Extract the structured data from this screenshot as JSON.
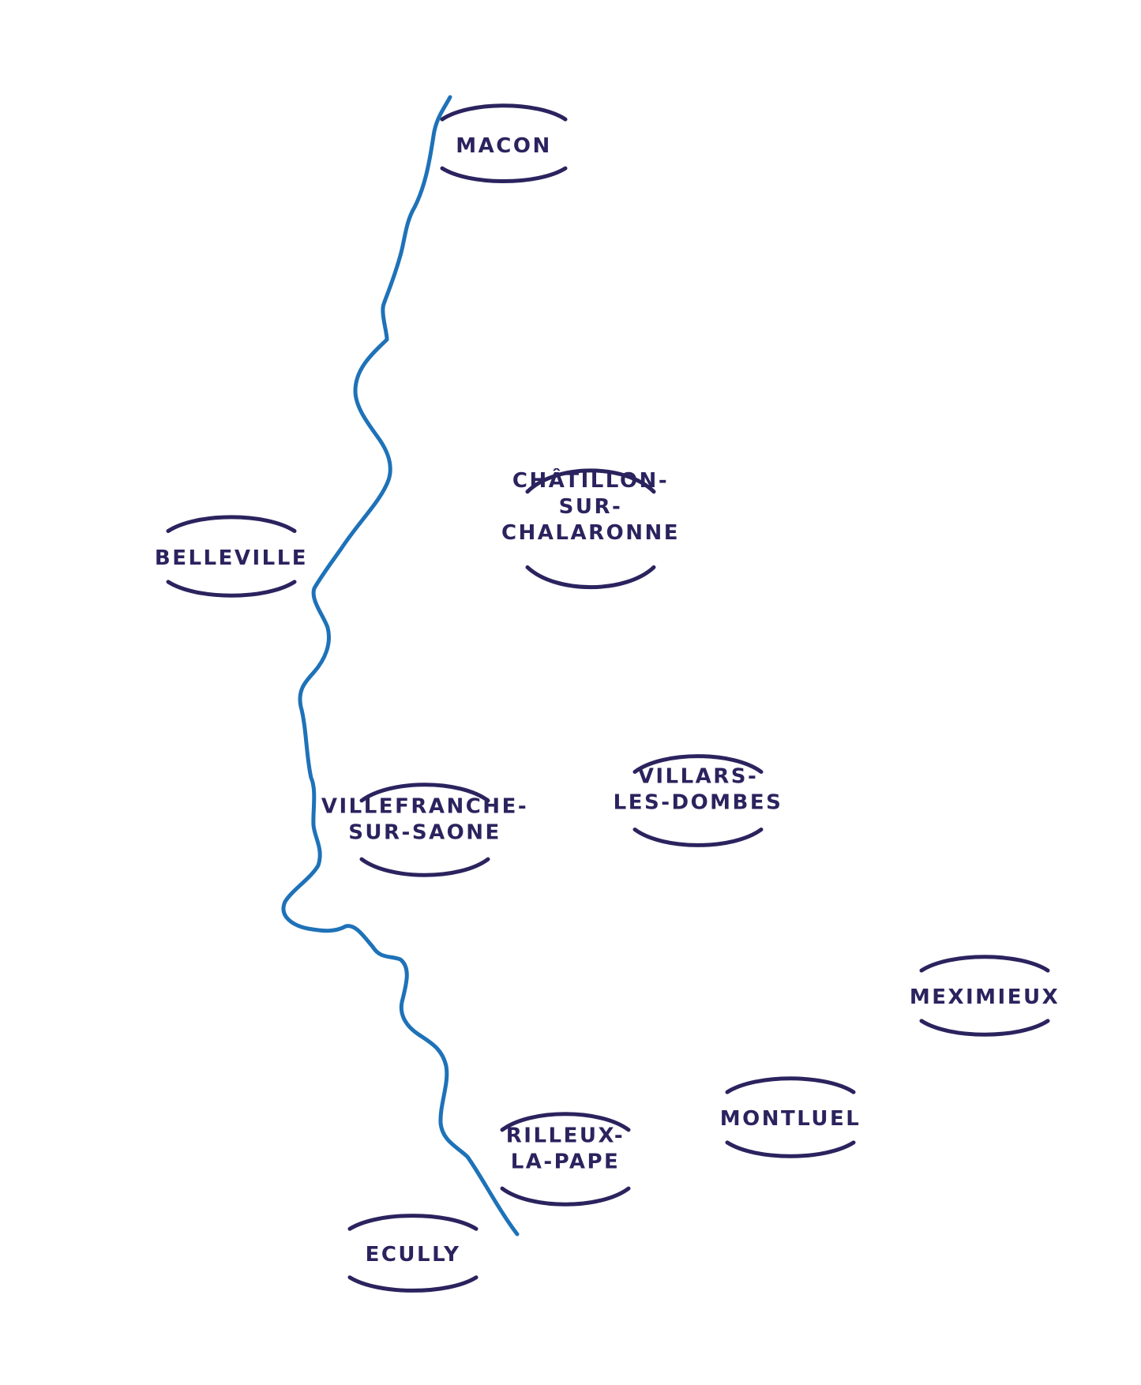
{
  "colors": {
    "river": "#1e72b8",
    "marker": "#2b235e",
    "label": "#2b235e",
    "background": "#ffffff"
  },
  "river": {
    "name": "",
    "icon": "river-line"
  },
  "towns": [
    {
      "id": "macon",
      "lines": [
        "MACON"
      ]
    },
    {
      "id": "belleville",
      "lines": [
        "BELLEVILLE"
      ]
    },
    {
      "id": "chatillon-sur-chalaronne",
      "lines": [
        "CHÂTILLON-",
        "SUR-",
        "CHALARONNE"
      ]
    },
    {
      "id": "villefranche-sur-saone",
      "lines": [
        "VILLEFRANCHE-",
        "SUR-SAONE"
      ]
    },
    {
      "id": "villars-les-dombes",
      "lines": [
        "VILLARS-",
        "LES-DOMBES"
      ]
    },
    {
      "id": "meximieux",
      "lines": [
        "MEXIMIEUX"
      ]
    },
    {
      "id": "montluel",
      "lines": [
        "MONTLUEL"
      ]
    },
    {
      "id": "rilleux-la-pape",
      "lines": [
        "RILLEUX-",
        "LA-PAPE"
      ]
    },
    {
      "id": "ecully",
      "lines": [
        "ECULLY"
      ]
    }
  ]
}
